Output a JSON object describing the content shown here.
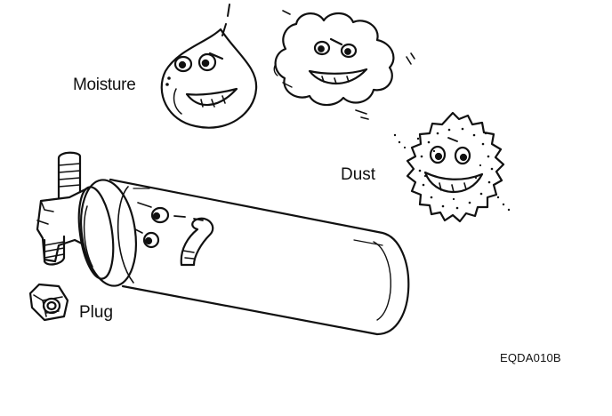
{
  "labels": {
    "moisture": "Moisture",
    "dust": "Dust",
    "plug": "Plug",
    "figure_code": "EQDA010B"
  },
  "colors": {
    "ink": "#111111",
    "background": "#ffffff"
  }
}
